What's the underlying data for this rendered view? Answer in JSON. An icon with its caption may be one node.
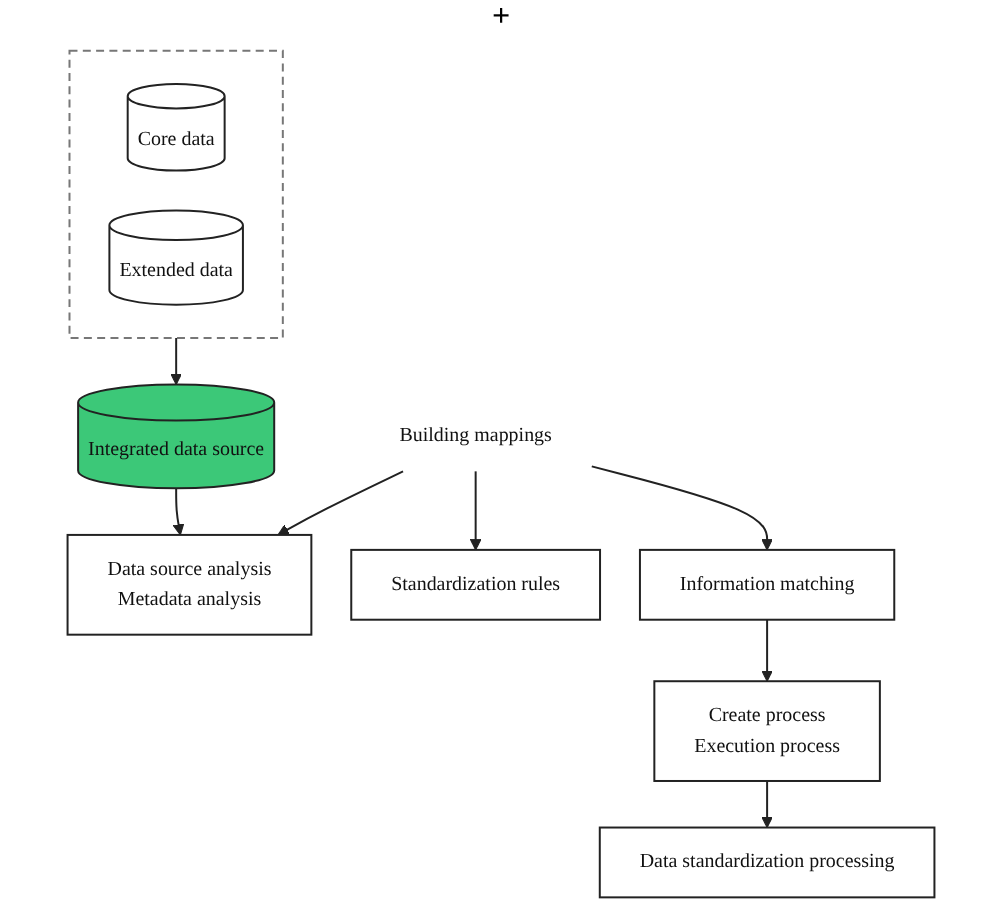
{
  "diagram": {
    "nodes": [
      {
        "text": [],
        "shape": "box"
      },
      {
        "text": [
          "Core data"
        ],
        "in": 0
      },
      {
        "text": [
          "Extended data"
        ],
        "in": 0
      },
      {
        "text": [
          "Integrated data source"
        ]
      },
      {
        "text": [
          "Data source analysis",
          "Metadata analysis"
        ]
      },
      {
        "text": [
          "Building mappings"
        ]
      },
      {
        "text": [
          "Standardization rules"
        ]
      },
      {
        "text": [
          "Information matching"
        ]
      },
      {
        "text": [
          "Create process",
          "Execution process"
        ]
      },
      {
        "text": [
          "Data standardization processing"
        ]
      }
    ],
    "edges": [
      {
        "from": 0,
        "to": 3,
        "arrow": "to"
      },
      {
        "from": 3,
        "to": 4,
        "arrow": "to"
      },
      {
        "from": 5,
        "to": 4,
        "arrow": "to"
      },
      {
        "from": 5,
        "to": 6,
        "arrow": "to"
      },
      {
        "from": 5,
        "to": 7,
        "arrow": "to"
      },
      {
        "from": 7,
        "to": 8,
        "arrow": "to"
      },
      {
        "from": 8,
        "to": 9,
        "arrow": "to"
      }
    ],
    "labels": [
      "+"
    ]
  }
}
